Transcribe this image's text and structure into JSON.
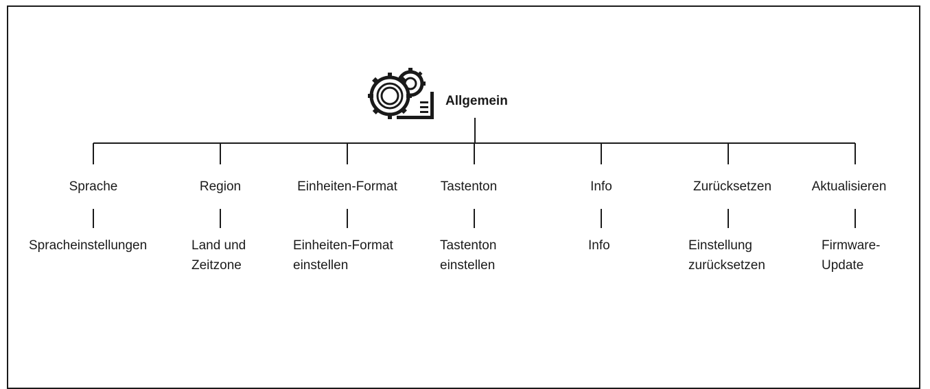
{
  "root": {
    "label": "Allgemein",
    "icon": "settings-gears-icon"
  },
  "categories": [
    {
      "label": "Sprache",
      "detail": "Spracheinstellungen"
    },
    {
      "label": "Region",
      "detail": "Land und\nZeitzone"
    },
    {
      "label": "Einheiten-Format",
      "detail": "Einheiten-Format\neinstellen"
    },
    {
      "label": "Tastenton",
      "detail": "Tastenton\neinstellen"
    },
    {
      "label": "Info",
      "detail": "Info"
    },
    {
      "label": "Zurücksetzen",
      "detail": "Einstellung\nzurücksetzen"
    },
    {
      "label": "Aktualisieren",
      "detail": "Firmware-\nUpdate"
    }
  ],
  "colors": {
    "line": "#1a1a1a",
    "background": "#ffffff"
  }
}
